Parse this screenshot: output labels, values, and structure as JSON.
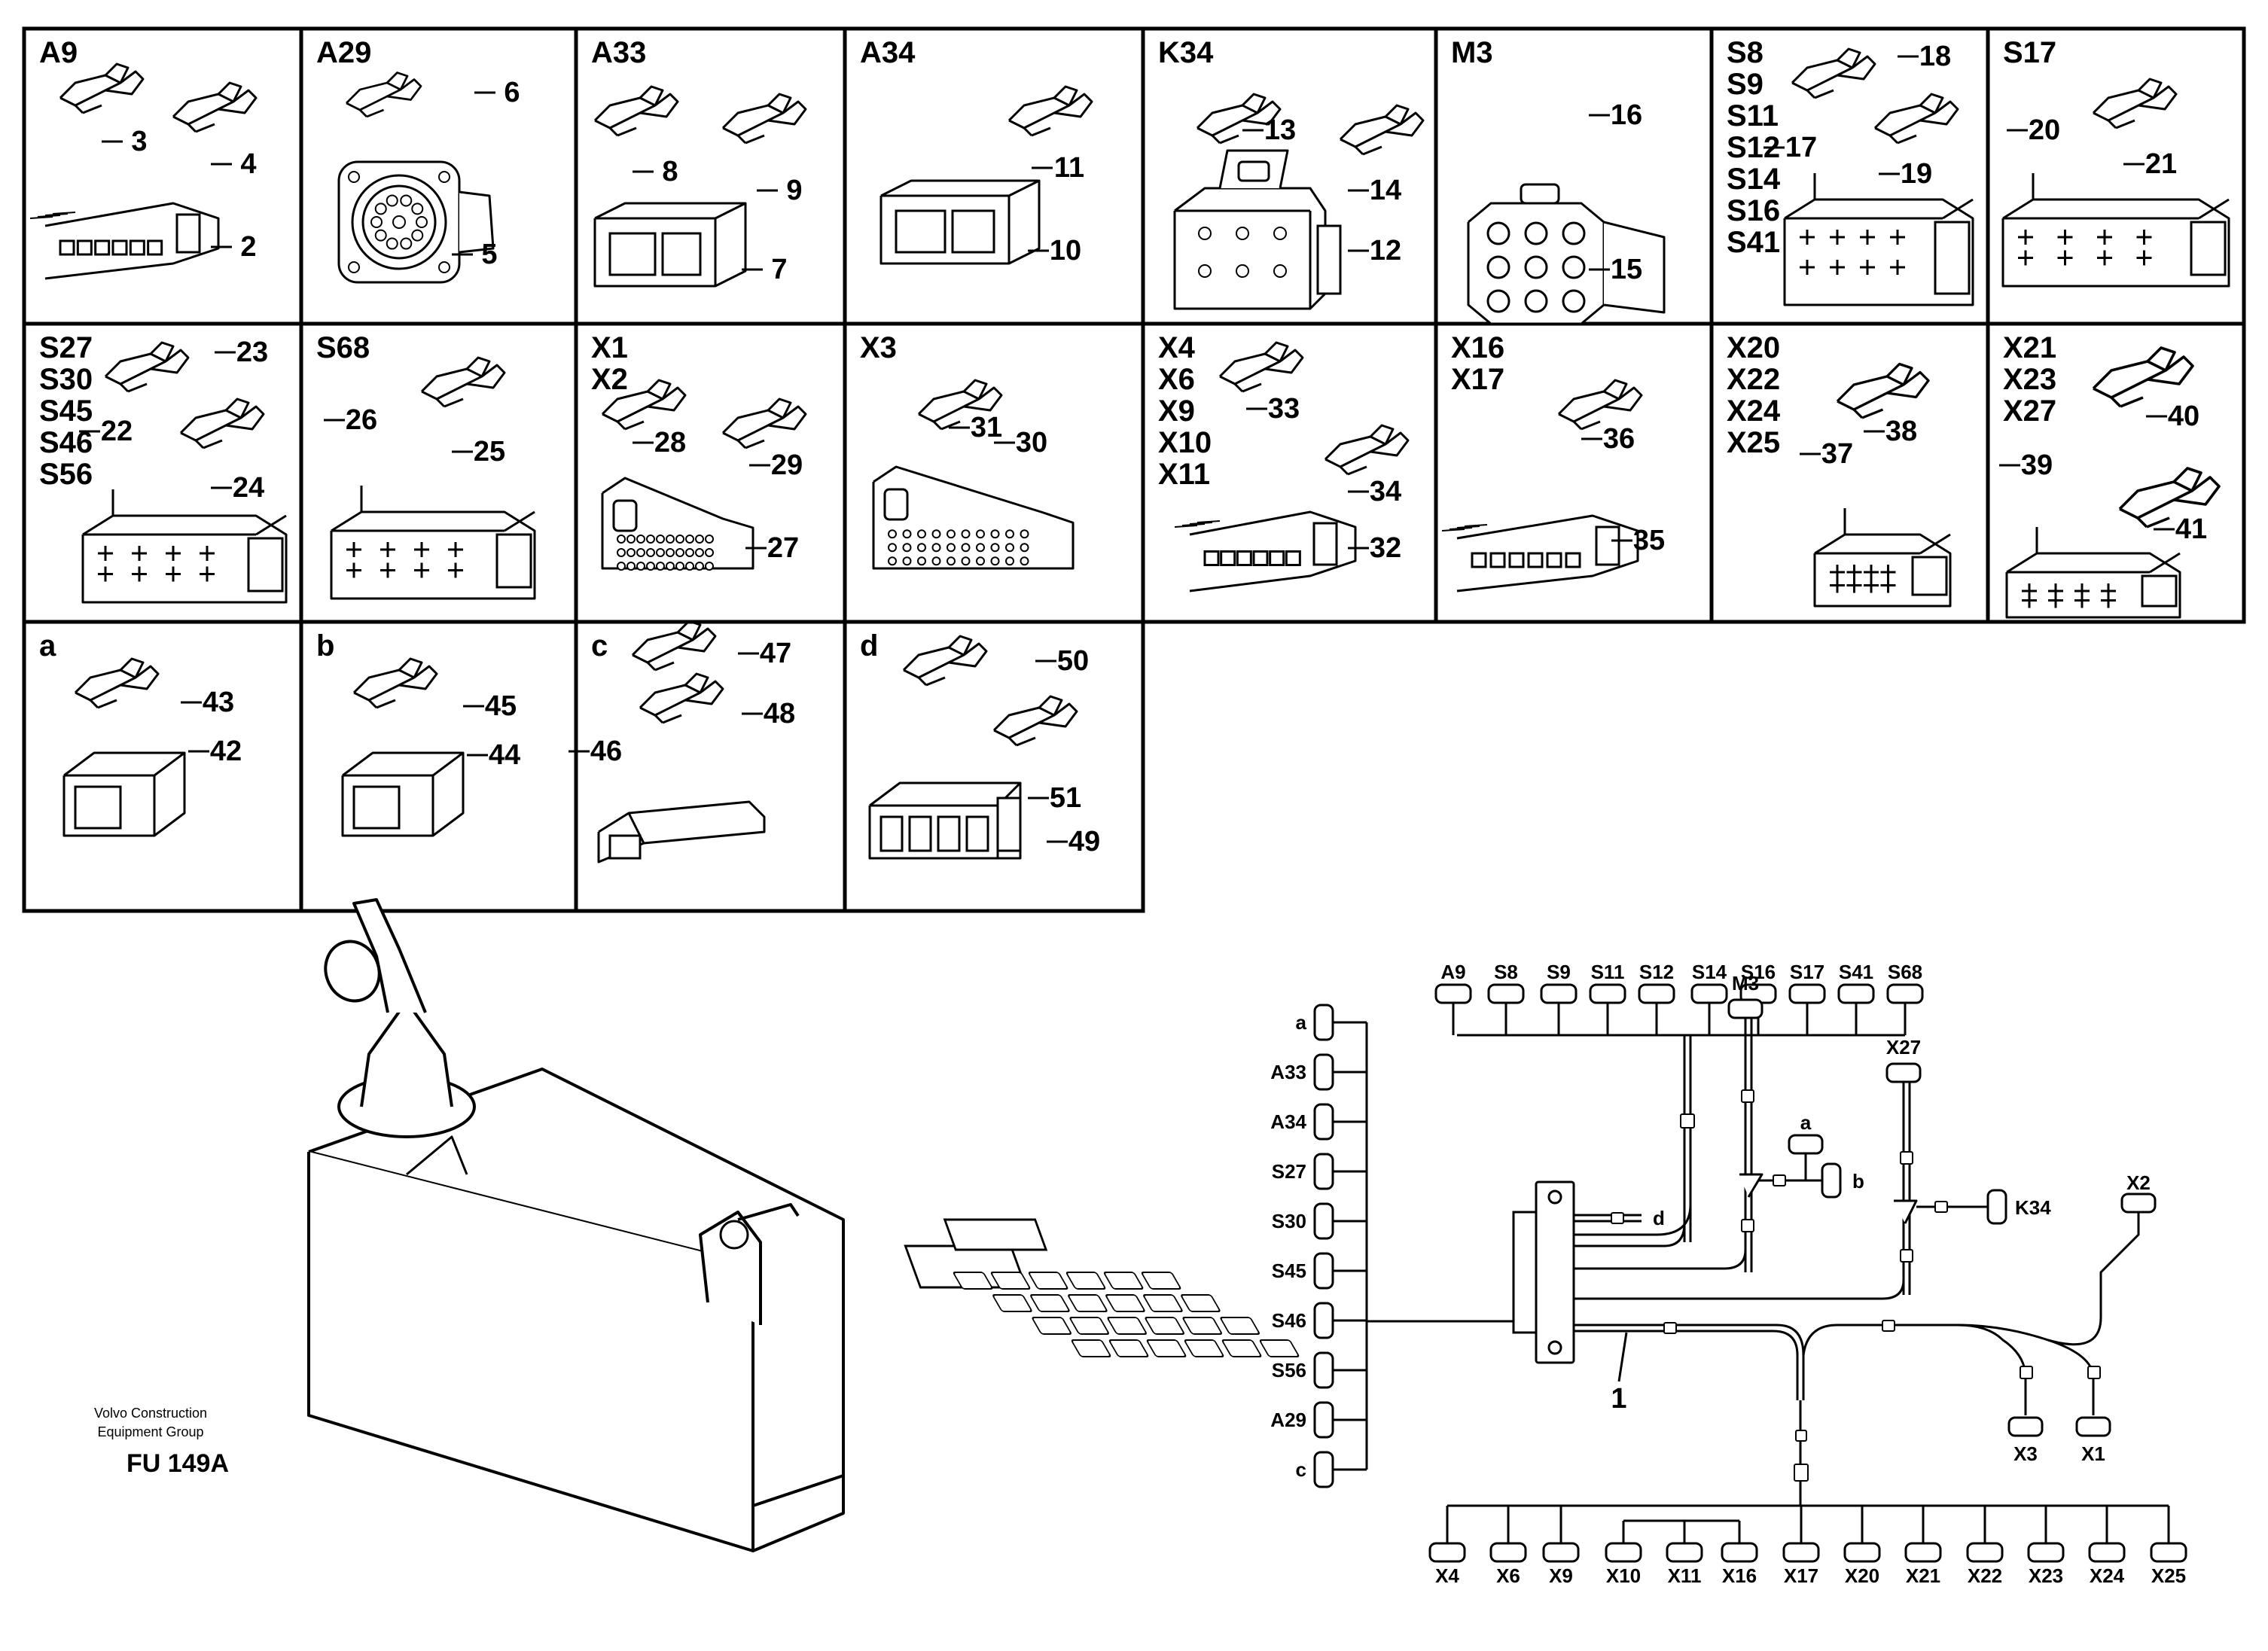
{
  "cells": [
    {
      "labels": [
        "A9"
      ],
      "callouts": [
        "3",
        "4",
        "2"
      ],
      "kind": "strip"
    },
    {
      "labels": [
        "A29"
      ],
      "callouts": [
        "6",
        "5"
      ],
      "kind": "round"
    },
    {
      "labels": [
        "A33"
      ],
      "callouts": [
        "8",
        "9",
        "7"
      ],
      "kind": "block"
    },
    {
      "labels": [
        "A34"
      ],
      "callouts": [
        "11",
        "10"
      ],
      "kind": "block"
    },
    {
      "labels": [
        "K34"
      ],
      "callouts": [
        "13",
        "14",
        "12"
      ],
      "kind": "housing"
    },
    {
      "labels": [
        "M3"
      ],
      "callouts": [
        "16",
        "15"
      ],
      "kind": "multi"
    },
    {
      "labels": [
        "S8",
        "S9",
        "S11",
        "S12",
        "S14",
        "S16",
        "S41"
      ],
      "callouts": [
        "18",
        "19",
        "17"
      ],
      "kind": "switch"
    },
    {
      "labels": [
        "S17"
      ],
      "callouts": [
        "20",
        "21"
      ],
      "kind": "switch"
    },
    {
      "labels": [
        "S27",
        "S30",
        "S45",
        "S46",
        "S56"
      ],
      "callouts": [
        "23",
        "24",
        "22"
      ],
      "kind": "switch"
    },
    {
      "labels": [
        "S68"
      ],
      "callouts": [
        "25",
        "26"
      ],
      "kind": "switch"
    },
    {
      "labels": [
        "X1",
        "X2"
      ],
      "callouts": [
        "28",
        "29",
        "27"
      ],
      "kind": "ecu"
    },
    {
      "labels": [
        "X3"
      ],
      "callouts": [
        "31",
        "30"
      ],
      "kind": "ecu"
    },
    {
      "labels": [
        "X4",
        "X6",
        "X9",
        "X10",
        "X11"
      ],
      "callouts": [
        "33",
        "34",
        "32"
      ],
      "kind": "strip"
    },
    {
      "labels": [
        "X16",
        "X17"
      ],
      "callouts": [
        "36",
        "35"
      ],
      "kind": "strip"
    },
    {
      "labels": [
        "X20",
        "X22",
        "X24",
        "X25"
      ],
      "callouts": [
        "38",
        "37"
      ],
      "kind": "switch"
    },
    {
      "labels": [
        "X21",
        "X23",
        "X27"
      ],
      "callouts": [
        "40",
        "41",
        "39"
      ],
      "kind": "switch"
    },
    {
      "labels": [
        "a"
      ],
      "callouts": [
        "43",
        "42"
      ],
      "kind": "single"
    },
    {
      "labels": [
        "b"
      ],
      "callouts": [
        "45",
        "44"
      ],
      "kind": "single"
    },
    {
      "labels": [
        "c"
      ],
      "callouts": [
        "47",
        "48",
        "46"
      ],
      "kind": "flat"
    },
    {
      "labels": [
        "d"
      ],
      "callouts": [
        "50",
        "51",
        "49"
      ],
      "kind": "box"
    }
  ],
  "harness": {
    "top_connectors": [
      "A9",
      "S8",
      "S9",
      "S11",
      "S12",
      "S14",
      "S16",
      "S17",
      "S41",
      "S68"
    ],
    "left_connectors": [
      "a",
      "A33",
      "A34",
      "S27",
      "S30",
      "S45",
      "S46",
      "S56",
      "A29",
      "c"
    ],
    "bottom_connectors": [
      "X4",
      "X6",
      "X9",
      "X10",
      "X11",
      "X16",
      "X17",
      "X20",
      "X21",
      "X22",
      "X23",
      "X24",
      "X25"
    ],
    "branch_labels": {
      "m3": "M3",
      "a": "a",
      "b": "b",
      "d": "d",
      "x27": "X27",
      "k34": "K34",
      "x2": "X2",
      "x3": "X3",
      "x1": "X1"
    },
    "main_callout": "1"
  },
  "footer": {
    "company_line1": "Volvo Construction",
    "company_line2": "Equipment Group",
    "code": "FU 149A"
  }
}
